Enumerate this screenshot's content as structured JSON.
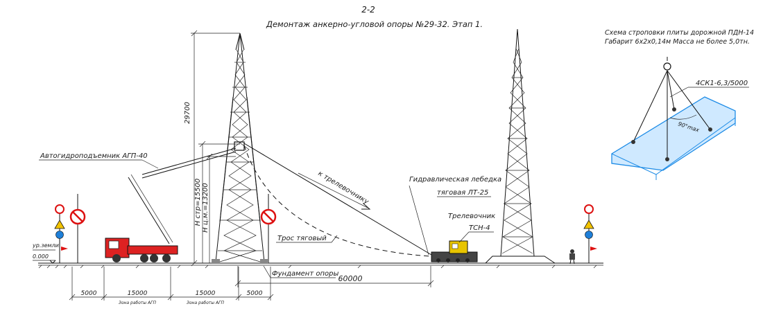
{
  "section_mark": "2-2",
  "title": "Демонтаж анкерно-угловой опоры №29-32. Этап 1.",
  "sling": {
    "title_line1": "Схема строповки плиты дорожной ПДН-14",
    "title_line2": "Габарит 6х2х0,14м Масса не более 5,0тн.",
    "sling_label": "4СК1-6,3/5000",
    "angle_label": "90°max"
  },
  "labels": {
    "lift": "Автогидроподъемник АГП-40",
    "winch_line1": "Гидравлическая лебедка",
    "winch_line2": "тяговая ЛТ-25",
    "tractor_line1": "Трелевочник",
    "tractor_line2": "ТСН-4",
    "rope": "Трос тяговый",
    "to_tractor": "к трелевочнику",
    "foundation": "Фундамент опоры",
    "ground_level": "ур.земли",
    "ground_value": "0.000"
  },
  "dimensions": {
    "height_total": "29700",
    "h_str": "Н стр=15500",
    "h_cm": "Н ц.м.=13200",
    "span": "60000",
    "d1": "5000",
    "d2": "15000",
    "d3": "15000",
    "d4": "5000",
    "zone1": "Зона работы АГП",
    "zone2": "Зона работы АГП"
  }
}
